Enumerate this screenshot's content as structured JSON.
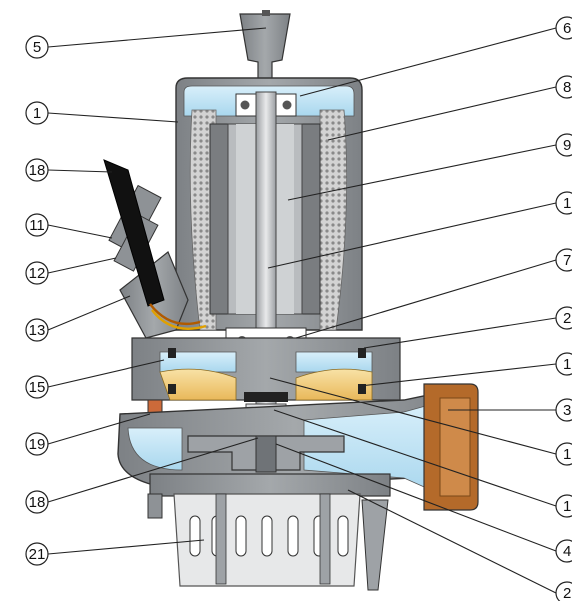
{
  "labels_left": [
    "5",
    "1",
    "18",
    "11",
    "12",
    "13",
    "15",
    "19",
    "18",
    "21"
  ],
  "labels_right": [
    "6",
    "8",
    "9",
    "1",
    "7",
    "2",
    "1",
    "3",
    "1",
    "1",
    "4",
    "2"
  ],
  "colors": {
    "housing": "#8e9296",
    "housing_dark": "#6f7377",
    "motor_stator": "#7a7d80",
    "rotor": "#b9bcbf",
    "oil_chamber": "#bfe3f5",
    "fluid_orange": "#f4d48a",
    "winding": "#c9c9c9",
    "cable": "#111111",
    "outline": "#333333"
  }
}
